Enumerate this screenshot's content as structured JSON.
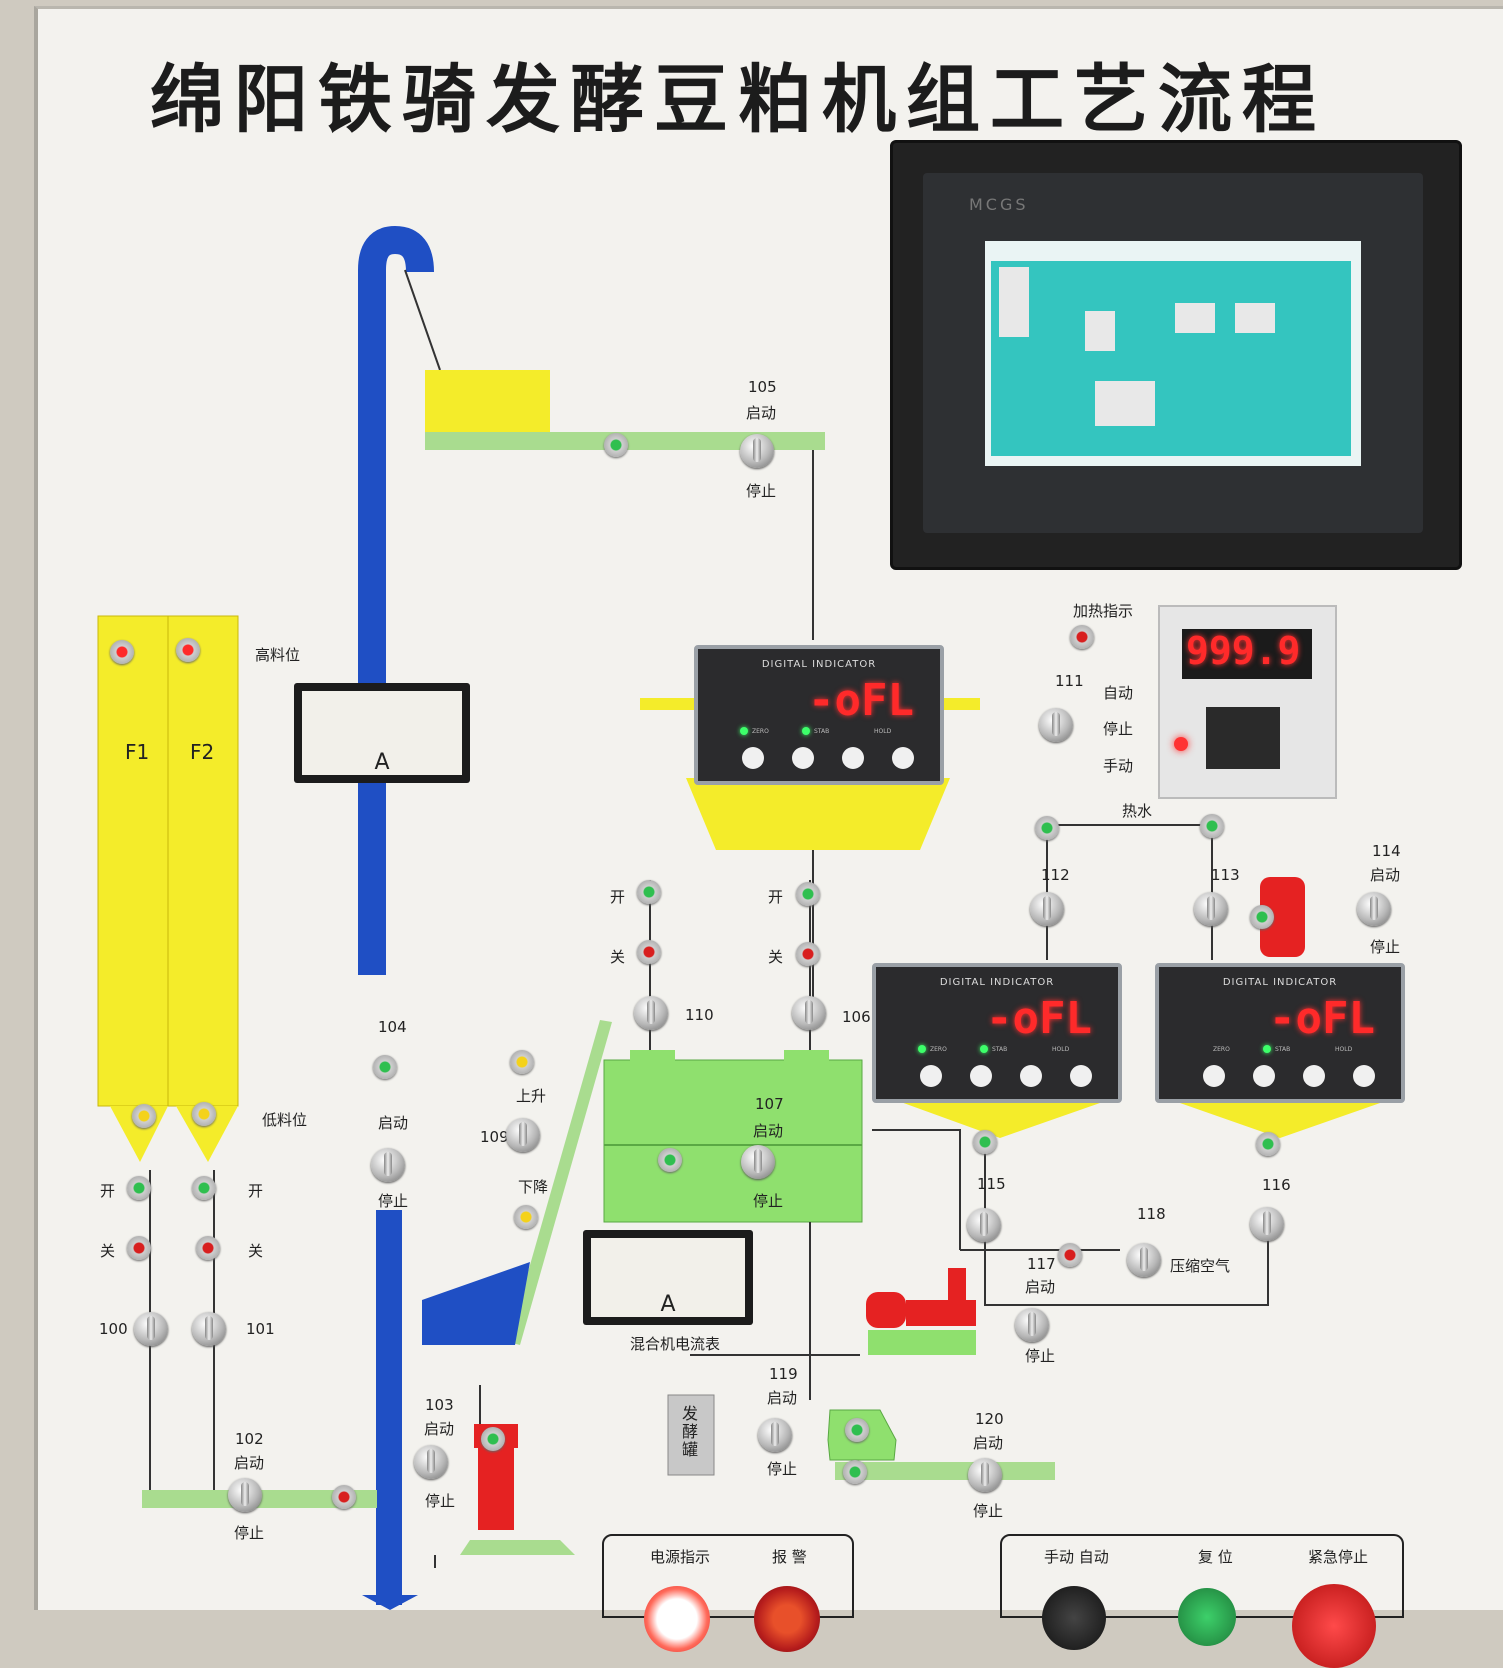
{
  "title": "绵阳铁骑发酵豆粕机组工艺流程",
  "hmi": {
    "brand": "MCGS"
  },
  "labels": {
    "high_level": "高料位",
    "low_level": "低料位",
    "silo_f1": "F1",
    "silo_f2": "F2",
    "open": "开",
    "close": "关",
    "start": "启动",
    "stop": "停止",
    "auto": "自动",
    "manual": "手动",
    "heat_indicator": "加热指示",
    "hot_water": "热水",
    "up": "上升",
    "down": "下降",
    "compressed_air": "压缩空气",
    "mixer_ammeter": "混合机电流表",
    "fermentation_tank": "发酵罐",
    "ammeter_unit": "A"
  },
  "numbers": {
    "n100": "100",
    "n101": "101",
    "n102": "102",
    "n103": "103",
    "n104": "104",
    "n105": "105",
    "n106": "106",
    "n107": "107",
    "n109": "109",
    "n110": "110",
    "n111": "111",
    "n112": "112",
    "n113": "113",
    "n114": "114",
    "n115": "115",
    "n116": "116",
    "n117": "117",
    "n118": "118",
    "n119": "119",
    "n120": "120"
  },
  "indicators": {
    "title": "DIGITAL INDICATOR",
    "value": "-oFL",
    "btn_zero": "ZERO",
    "btn_stab": "STAB",
    "btn_hold": "HOLD"
  },
  "temp_controller": {
    "value": "999.9"
  },
  "control_box": {
    "power": "电源指示",
    "alarm": "报 警",
    "manual_auto": "手动   自动",
    "reset": "复 位",
    "estop": "紧急停止"
  },
  "colors": {
    "yellow": "#f4ec2a",
    "blue": "#1f4fc4",
    "green": "#8fe06e",
    "pipe_green": "#a9dc8f",
    "red": "#e52222"
  }
}
